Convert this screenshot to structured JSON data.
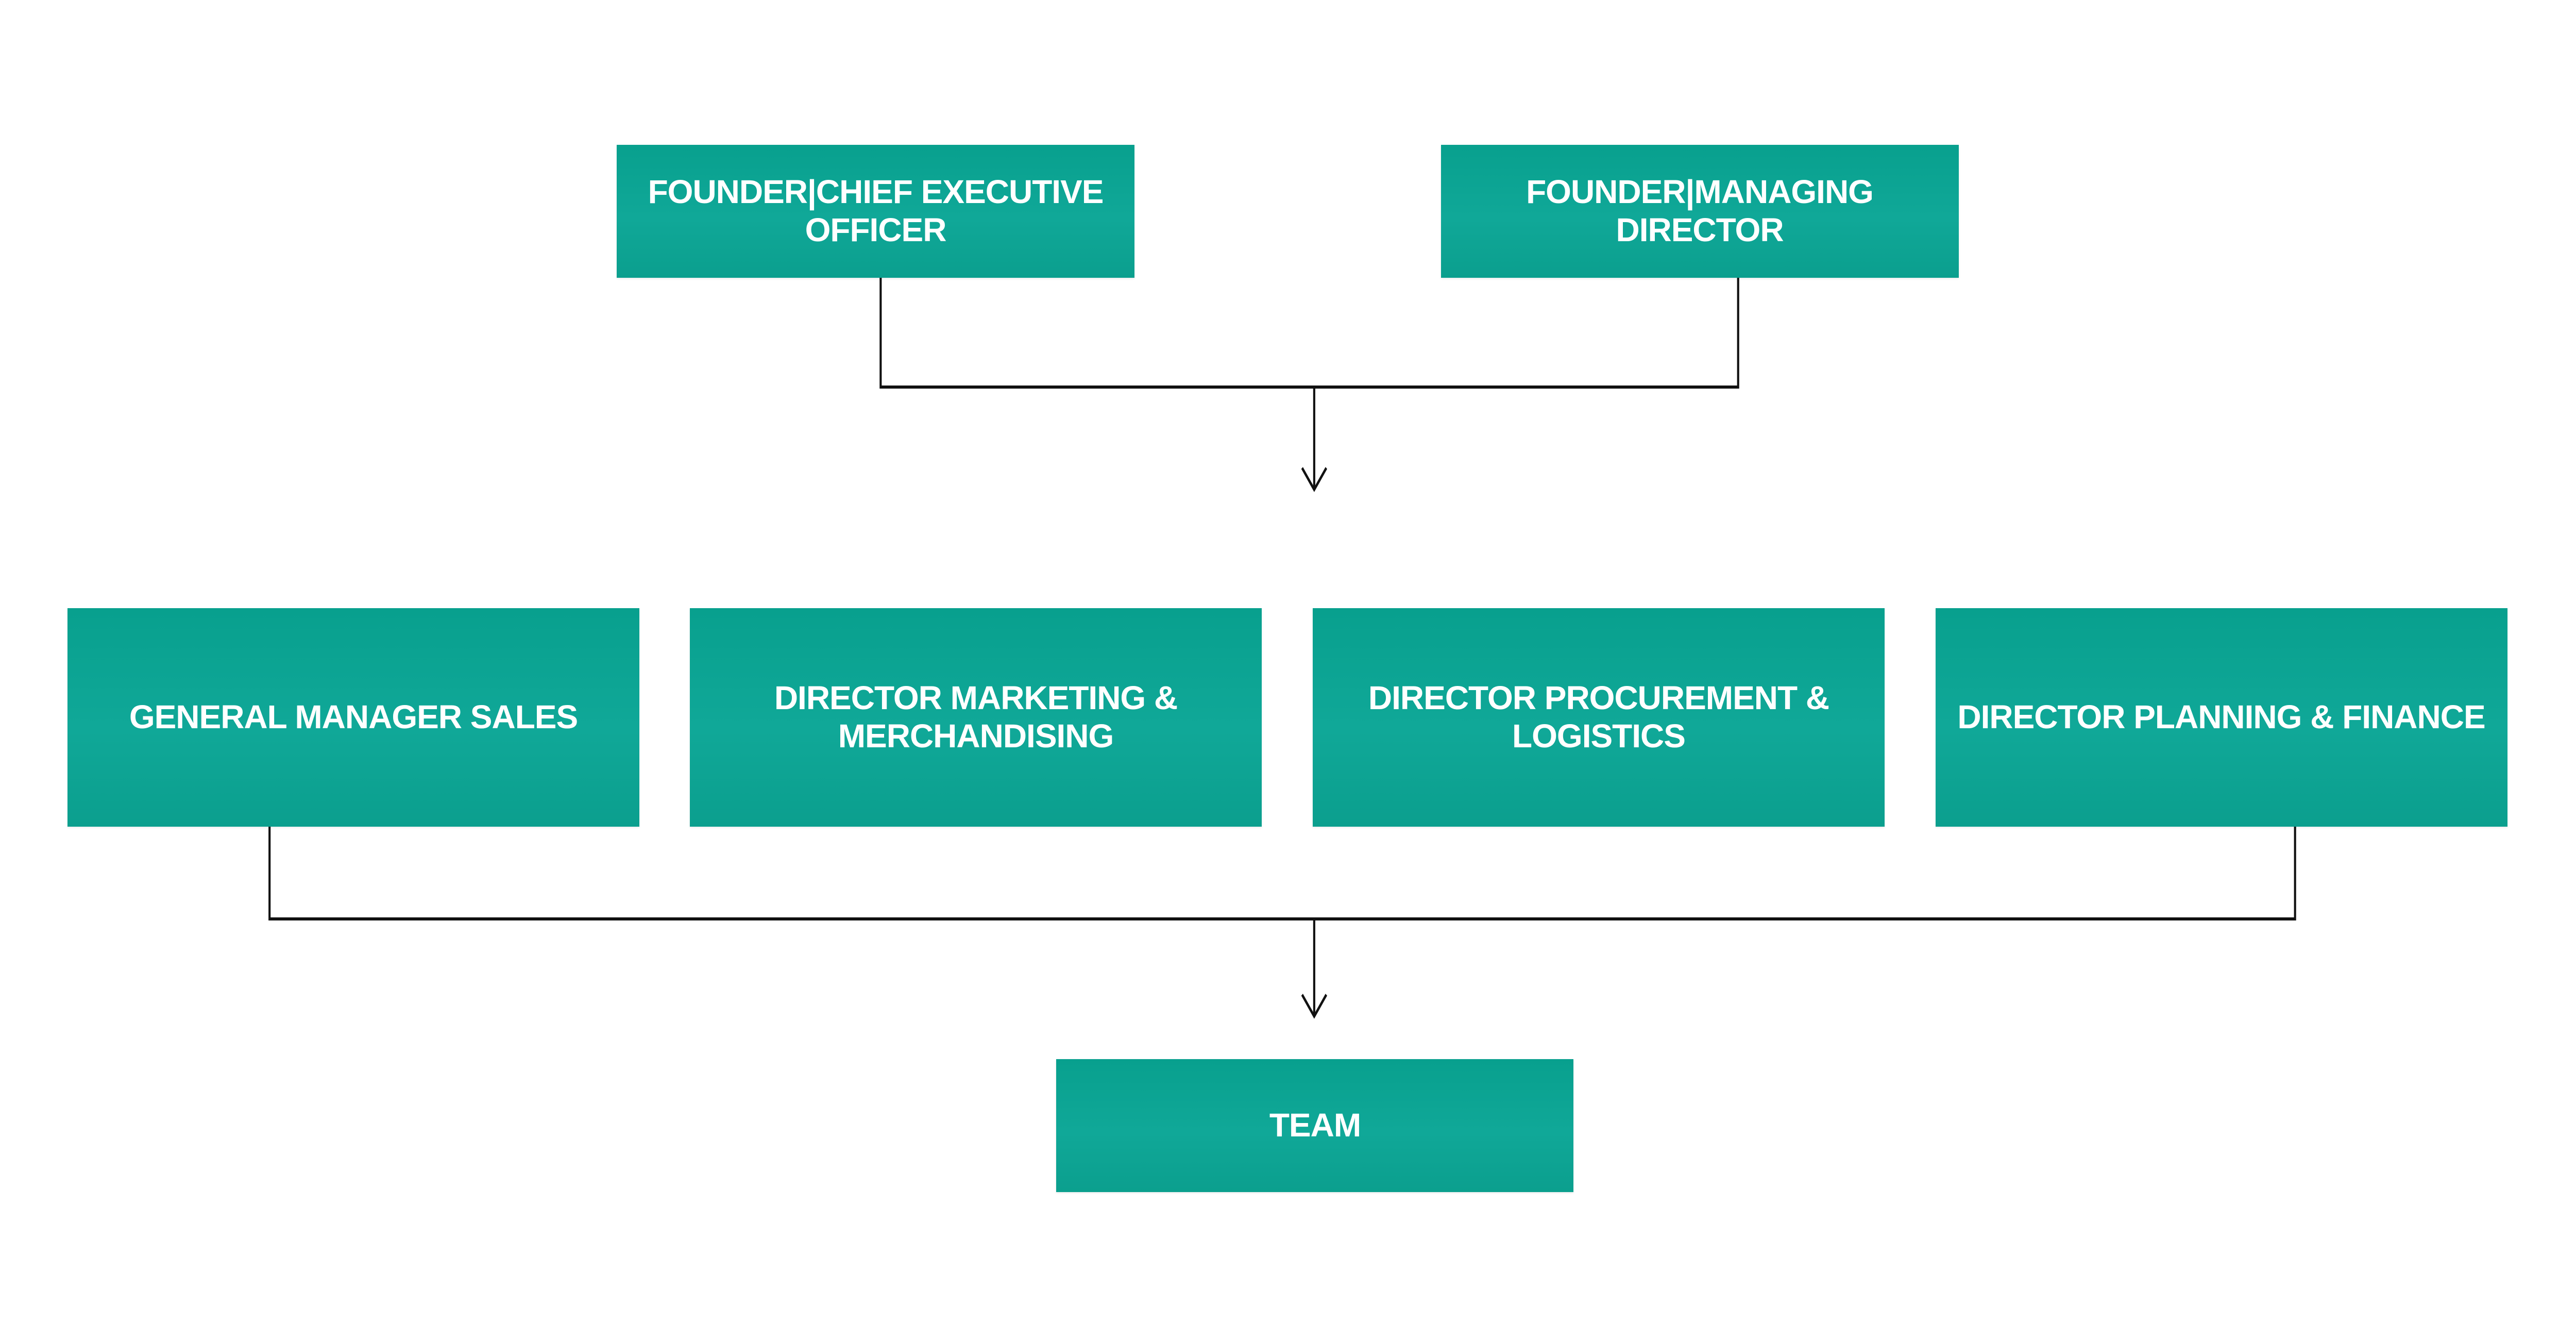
{
  "colors": {
    "box_fill": "#0aa391",
    "box_text": "#ffffff",
    "connector": "#111111"
  },
  "top_row": [
    {
      "label": "FOUNDER|CHIEF EXECUTIVE OFFICER"
    },
    {
      "label": "FOUNDER|MANAGING DIRECTOR"
    }
  ],
  "middle_row": [
    {
      "label": "GENERAL MANAGER SALES"
    },
    {
      "label": "DIRECTOR MARKETING & MERCHANDISING"
    },
    {
      "label": "DIRECTOR PROCUREMENT & LOGISTICS"
    },
    {
      "label": "DIRECTOR PLANNING & FINANCE"
    }
  ],
  "bottom_row": [
    {
      "label": "TEAM"
    }
  ]
}
